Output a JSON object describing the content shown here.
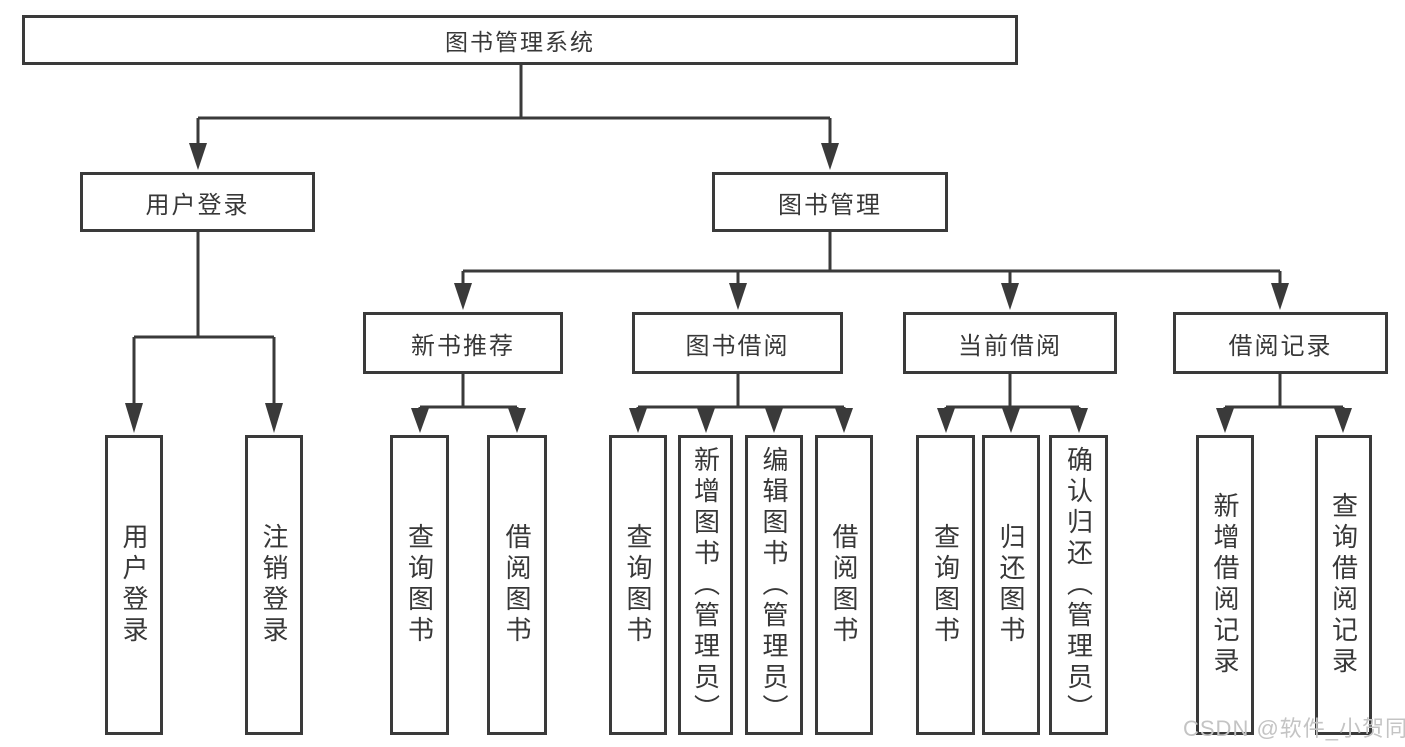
{
  "diagram": {
    "title": "图书管理系统",
    "level2": {
      "user_login": "用户登录",
      "book_mgmt": "图书管理"
    },
    "level3": {
      "new_books": "新书推荐",
      "book_borrow": "图书借阅",
      "current_borrow": "当前借阅",
      "borrow_records": "借阅记录"
    },
    "leaves": {
      "login": "用户登录",
      "logout": "注销登录",
      "newbooks_query": "查询图书",
      "newbooks_borrow": "借阅图书",
      "borrow_query": "查询图书",
      "borrow_add": "新增图书（管理员）",
      "borrow_edit": "编辑图书（管理员）",
      "borrow_borrow": "借阅图书",
      "current_query": "查询图书",
      "current_return": "归还图书",
      "current_confirm": "确认归还（管理员）",
      "records_add": "新增借阅记录",
      "records_query": "查询借阅记录"
    }
  },
  "watermark": "CSDN @软件_小贺同学",
  "colors": {
    "line": "#3a3a3a",
    "text": "#383838",
    "watermark": "#c4c4c4",
    "background": "#ffffff"
  }
}
